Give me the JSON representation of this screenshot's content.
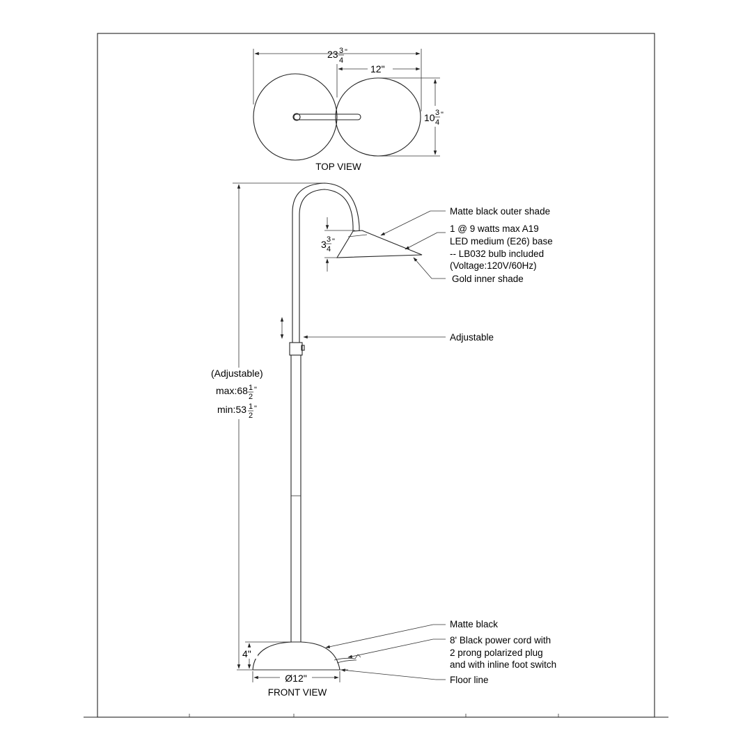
{
  "top_view": {
    "title": "TOP VIEW",
    "overall_width": {
      "whole": "23",
      "num": "3",
      "den": "4",
      "unit": "\""
    },
    "shade_width": "12\"",
    "shade_depth": {
      "whole": "10",
      "num": "3",
      "den": "4",
      "unit": "\""
    }
  },
  "front_view": {
    "title": "FRONT VIEW",
    "height_label": "(Adjustable)",
    "height_max": {
      "prefix": "max:",
      "whole": "68",
      "num": "1",
      "den": "2",
      "unit": "\""
    },
    "height_min": {
      "prefix": "min:",
      "whole": "53",
      "num": "1",
      "den": "2",
      "unit": "\""
    },
    "shade_height": {
      "whole": "3",
      "num": "3",
      "den": "4",
      "unit": "\""
    },
    "base_height": "4\"",
    "base_diameter": "Ø12\""
  },
  "callouts": {
    "outer_shade": "Matte black outer shade",
    "bulb": [
      "1 @ 9 watts max A19",
      "LED medium (E26) base",
      "-- LB032 bulb included",
      "(Voltage:120V/60Hz)"
    ],
    "inner_shade": "Gold inner shade",
    "adjustable": "Adjustable",
    "base_finish": "Matte black",
    "cord": [
      "8' Black power cord with",
      "2 prong polarized plug",
      "and with inline foot switch"
    ],
    "floor": "Floor line"
  }
}
